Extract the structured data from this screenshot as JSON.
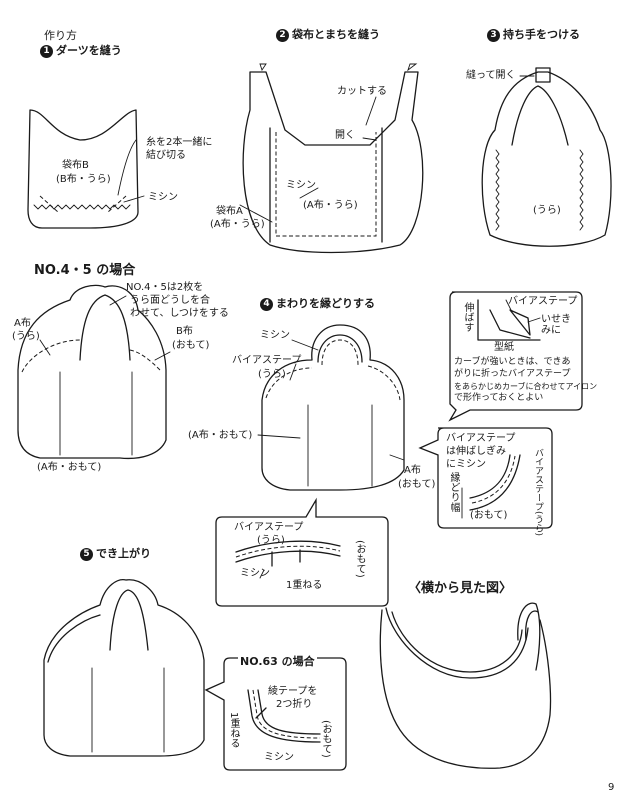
{
  "page_number": "9",
  "section_title": "作り方",
  "steps": {
    "s1": {
      "num": "1",
      "title": "ダーツを縫う"
    },
    "s2": {
      "num": "2",
      "title": "袋布とまちを縫う"
    },
    "s3": {
      "num": "3",
      "title": "持ち手をつける"
    },
    "s4": {
      "num": "4",
      "title": "まわりを縁どりする"
    },
    "s5": {
      "num": "5",
      "title": "でき上がり"
    }
  },
  "labels": {
    "s1_thread_1": "糸を2本一緒に",
    "s1_thread_2": "結び切る",
    "s1_bag_b_1": "袋布B",
    "s1_bag_b_2": "(B布・うら)",
    "s1_sew": "ミシン",
    "s2_cut": "カットする",
    "s2_open": "開く",
    "s2_sew": "ミシン",
    "s2_a_ura": "(A布・うら)",
    "s2_bag_a_1": "袋布A",
    "s2_bag_a_2": "(A布・うら)",
    "s3_sew_open": "縫って開く",
    "s3_ura": "(うら)",
    "n45_heading": "NO.4・5 の場合",
    "n45_note_1": "NO.4・5は2枚を",
    "n45_note_2": "うら面どうしを合",
    "n45_note_3": "わせて、しつけをする",
    "n45_a_1": "A布",
    "n45_a_2": "(うら)",
    "n45_b_1": "B布",
    "n45_b_2": "(おもて)",
    "n45_bottom": "(A布・おもて)",
    "s4_sew": "ミシン",
    "s4_bias_1": "バイアステープ",
    "s4_bias_2": "(うら)",
    "s4_a_omote": "(A布・おもて)",
    "s4_a_1": "A布",
    "s4_a_2": "(おもて)",
    "inset1_bias": "バイアステープ",
    "inset1_stretch": "伸ばす",
    "inset1_ease": "いせきみに",
    "inset1_pattern": "型紙",
    "inset1_note_1": "カーブが強いときは、できあ",
    "inset1_note_2": "がりに折ったバイアステープ",
    "inset1_note_3": "をあらかじめカーブに合わせてアイロン",
    "inset1_note_4": "で形作っておくとよい",
    "inset2_bias": "バイアステープ",
    "inset2_note_1": "は伸ばしぎみ",
    "inset2_note_2": "にミシン",
    "inset2_bias_ura": "バイアステープ(うら)",
    "inset2_width": "縁どり幅",
    "inset2_omote": "(おもて)",
    "inset3_bias_1": "バイアステープ",
    "inset3_bias_2": "(うら)",
    "inset3_sew": "ミシン",
    "inset3_overlap": "1重ねる",
    "inset3_omote": "(おもて)",
    "side_view": "〈横から見た図〉",
    "n63_heading": "NO.63 の場合",
    "n63_tape_1": "綾テープを",
    "n63_tape_2": "2つ折り",
    "n63_overlap": "1重ねる",
    "n63_sew": "ミシン",
    "n63_omote": "(おもて)"
  }
}
